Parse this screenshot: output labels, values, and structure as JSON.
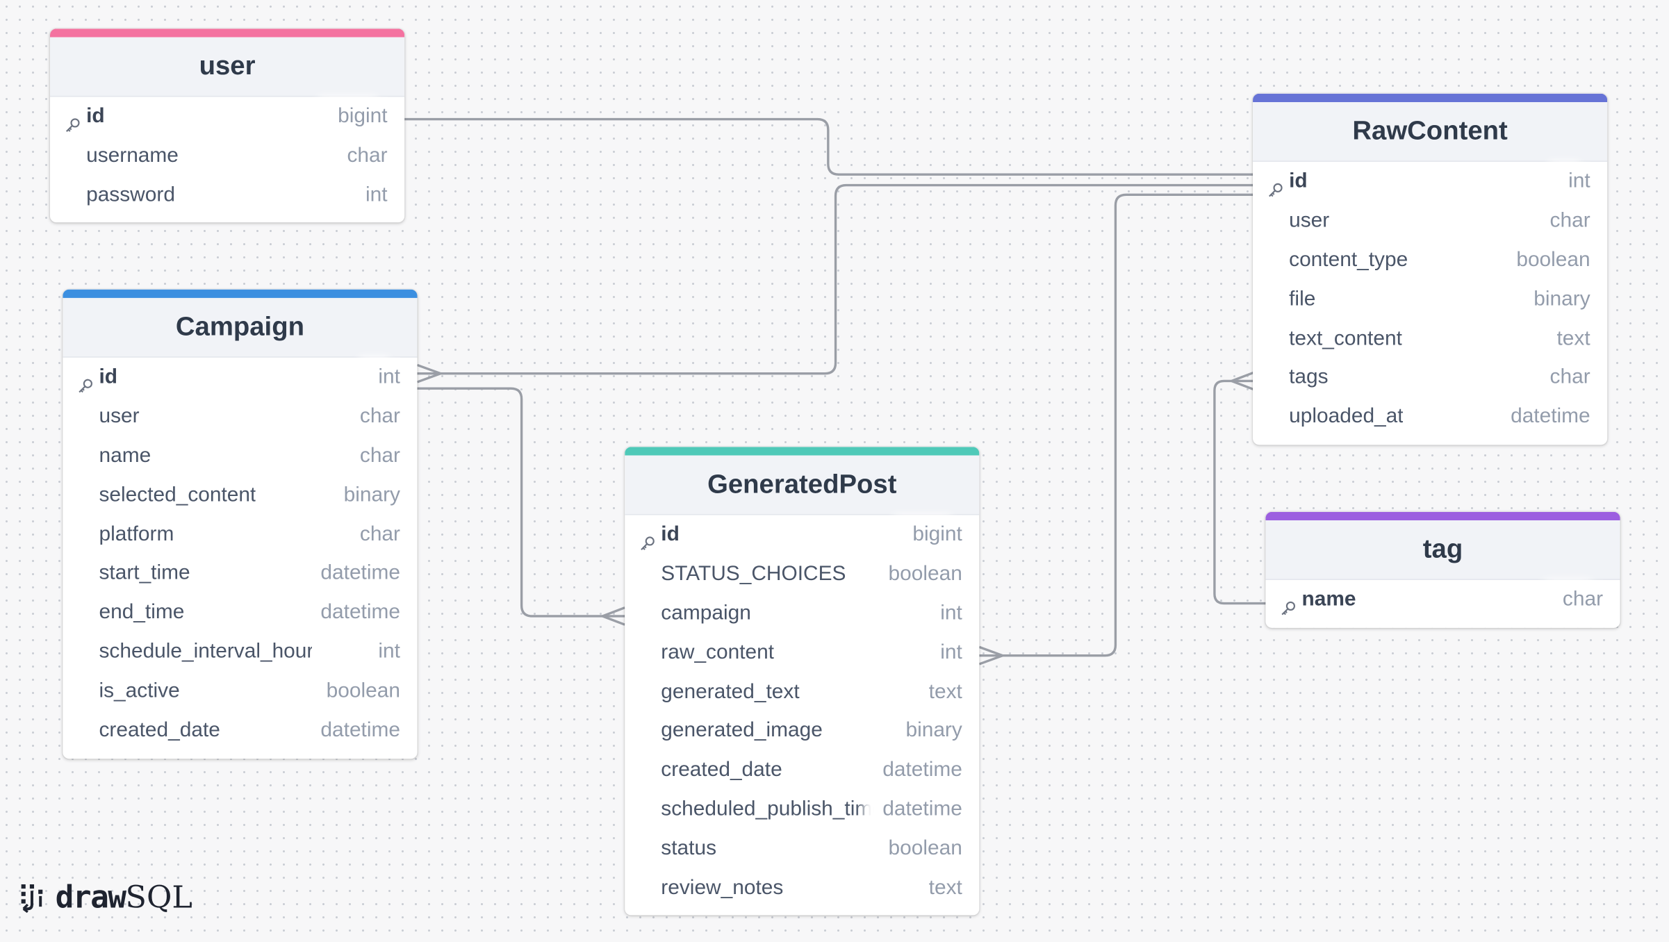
{
  "tables": {
    "user": {
      "name": "user",
      "color": "#f472a0",
      "fields": [
        {
          "name": "id",
          "type": "bigint",
          "pk": true
        },
        {
          "name": "username",
          "type": "char"
        },
        {
          "name": "password",
          "type": "int"
        }
      ]
    },
    "campaign": {
      "name": "Campaign",
      "color": "#3b8fe0",
      "fields": [
        {
          "name": "id",
          "type": "int",
          "pk": true
        },
        {
          "name": "user",
          "type": "char"
        },
        {
          "name": "name",
          "type": "char"
        },
        {
          "name": "selected_content",
          "type": "binary"
        },
        {
          "name": "platform",
          "type": "char"
        },
        {
          "name": "start_time",
          "type": "datetime"
        },
        {
          "name": "end_time",
          "type": "datetime"
        },
        {
          "name": "schedule_interval_hours",
          "type": "int"
        },
        {
          "name": "is_active",
          "type": "boolean"
        },
        {
          "name": "created_date",
          "type": "datetime"
        }
      ]
    },
    "generated_post": {
      "name": "GeneratedPost",
      "color": "#4ec9b8",
      "fields": [
        {
          "name": "id",
          "type": "bigint",
          "pk": true
        },
        {
          "name": "STATUS_CHOICES",
          "type": "boolean"
        },
        {
          "name": "campaign",
          "type": "int"
        },
        {
          "name": "raw_content",
          "type": "int"
        },
        {
          "name": "generated_text",
          "type": "text"
        },
        {
          "name": "generated_image",
          "type": "binary"
        },
        {
          "name": "created_date",
          "type": "datetime"
        },
        {
          "name": "scheduled_publish_time",
          "type": "datetime"
        },
        {
          "name": "status",
          "type": "boolean"
        },
        {
          "name": "review_notes",
          "type": "text"
        }
      ]
    },
    "raw_content": {
      "name": "RawContent",
      "color": "#6673d6",
      "fields": [
        {
          "name": "id",
          "type": "int",
          "pk": true
        },
        {
          "name": "user",
          "type": "char"
        },
        {
          "name": "content_type",
          "type": "boolean"
        },
        {
          "name": "file",
          "type": "binary"
        },
        {
          "name": "text_content",
          "type": "text"
        },
        {
          "name": "tags",
          "type": "char"
        },
        {
          "name": "uploaded_at",
          "type": "datetime"
        }
      ]
    },
    "tag": {
      "name": "tag",
      "color": "#9c5fe0",
      "fields": [
        {
          "name": "name",
          "type": "char",
          "pk": true
        }
      ]
    }
  },
  "relationships": [
    {
      "from": "user.id",
      "to": "raw_content.id",
      "cardinality": "one-to-one"
    },
    {
      "from": "raw_content.id",
      "to": "campaign.id",
      "cardinality": "one-to-many"
    },
    {
      "from": "campaign.id",
      "to": "generated_post.campaign",
      "cardinality": "one-to-many"
    },
    {
      "from": "raw_content.id",
      "to": "generated_post.raw_content",
      "cardinality": "one-to-many"
    },
    {
      "from": "tag.name",
      "to": "raw_content.tags",
      "cardinality": "one-to-many"
    }
  ],
  "logo": {
    "draw": "draw",
    "sql": "SQL"
  }
}
